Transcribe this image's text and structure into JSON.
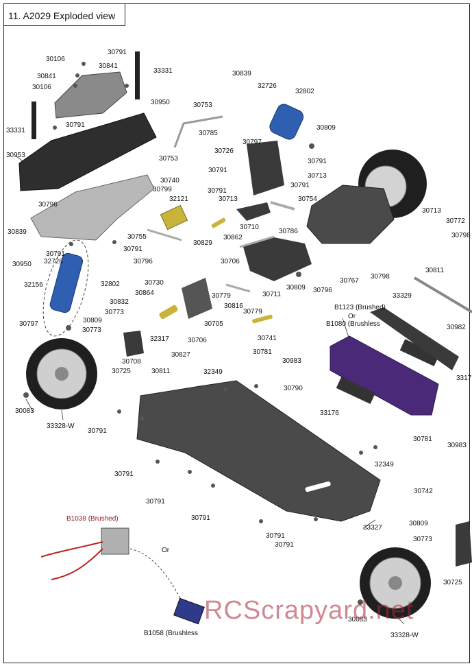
{
  "title": "11. A2029  Exploded view",
  "watermark": "RCScrapyard.net",
  "colors": {
    "shock_blue": "#2f5fb0",
    "battery_purple": "#4a2a78",
    "gold": "#c8b43a",
    "dark_part": "#3a3a3a",
    "chassis": "#4a4a4a",
    "watermark": "#aa2837"
  },
  "parts": [
    {
      "id": "p30106a",
      "text": "30106"
    },
    {
      "id": "p30791a",
      "text": "30791"
    },
    {
      "id": "p33331a",
      "text": "33331"
    },
    {
      "id": "p30841a",
      "text": "30841"
    },
    {
      "id": "p30841b",
      "text": "30841"
    },
    {
      "id": "p30106b",
      "text": "30106"
    },
    {
      "id": "p30950a",
      "text": "30950"
    },
    {
      "id": "p33331b",
      "text": "33331"
    },
    {
      "id": "p30791b",
      "text": "30791"
    },
    {
      "id": "p30953",
      "text": "30953"
    },
    {
      "id": "p30796a",
      "text": "30796"
    },
    {
      "id": "p30839a",
      "text": "30839"
    },
    {
      "id": "p30950b",
      "text": "30950"
    },
    {
      "id": "p30791c",
      "text": "30791"
    },
    {
      "id": "p32726a",
      "text": "32726"
    },
    {
      "id": "p32156",
      "text": "32156"
    },
    {
      "id": "p32802a",
      "text": "32802"
    },
    {
      "id": "p30797a",
      "text": "30797"
    },
    {
      "id": "p30809a",
      "text": "30809"
    },
    {
      "id": "p30773a",
      "text": "30773"
    },
    {
      "id": "p30725a",
      "text": "30725"
    },
    {
      "id": "p30083a",
      "text": "30083"
    },
    {
      "id": "p33328a",
      "text": "33328-W"
    },
    {
      "id": "p30839b",
      "text": "30839"
    },
    {
      "id": "p32726b",
      "text": "32726"
    },
    {
      "id": "p32802b",
      "text": "32802"
    },
    {
      "id": "p30753a",
      "text": "30753"
    },
    {
      "id": "p30785",
      "text": "30785"
    },
    {
      "id": "p30797b",
      "text": "30797"
    },
    {
      "id": "p30809b",
      "text": "30809"
    },
    {
      "id": "p30726",
      "text": "30726"
    },
    {
      "id": "p30753b",
      "text": "30753"
    },
    {
      "id": "p30791d",
      "text": "30791"
    },
    {
      "id": "p30791e",
      "text": "30791"
    },
    {
      "id": "p30740",
      "text": "30740"
    },
    {
      "id": "p30713a",
      "text": "30713"
    },
    {
      "id": "p30791f",
      "text": "30791"
    },
    {
      "id": "p30791g",
      "text": "30791"
    },
    {
      "id": "p30713b",
      "text": "30713"
    },
    {
      "id": "p30754",
      "text": "30754"
    },
    {
      "id": "p30799",
      "text": "30799"
    },
    {
      "id": "p32121",
      "text": "32121"
    },
    {
      "id": "p30710",
      "text": "30710"
    },
    {
      "id": "p30786",
      "text": "30786"
    },
    {
      "id": "p30755",
      "text": "30755"
    },
    {
      "id": "p30829",
      "text": "30829"
    },
    {
      "id": "p30862",
      "text": "30862"
    },
    {
      "id": "p30791h",
      "text": "30791"
    },
    {
      "id": "p30796b",
      "text": "30796"
    },
    {
      "id": "p30706a",
      "text": "30706"
    },
    {
      "id": "p30730",
      "text": "30730"
    },
    {
      "id": "p30779a",
      "text": "30779"
    },
    {
      "id": "p30711",
      "text": "30711"
    },
    {
      "id": "p30809c",
      "text": "30809"
    },
    {
      "id": "p30796c",
      "text": "30796"
    },
    {
      "id": "p30816",
      "text": "30816"
    },
    {
      "id": "p30779b",
      "text": "30779"
    },
    {
      "id": "p30864",
      "text": "30864"
    },
    {
      "id": "p30832",
      "text": "30832"
    },
    {
      "id": "p30773b",
      "text": "30773"
    },
    {
      "id": "p30705",
      "text": "30705"
    },
    {
      "id": "p32317",
      "text": "32317"
    },
    {
      "id": "p30706b",
      "text": "30706"
    },
    {
      "id": "p30827",
      "text": "30827"
    },
    {
      "id": "p30708",
      "text": "30708"
    },
    {
      "id": "p30811a",
      "text": "30811"
    },
    {
      "id": "p30741",
      "text": "30741"
    },
    {
      "id": "p30781a",
      "text": "30781"
    },
    {
      "id": "p30983a",
      "text": "30983"
    },
    {
      "id": "p30713c",
      "text": "30713"
    },
    {
      "id": "p30772",
      "text": "30772"
    },
    {
      "id": "p30798a",
      "text": "30798"
    },
    {
      "id": "p30767",
      "text": "30767"
    },
    {
      "id": "p30798b",
      "text": "30798"
    },
    {
      "id": "p30811b",
      "text": "30811"
    },
    {
      "id": "p33329",
      "text": "33329"
    },
    {
      "id": "pB1123",
      "text": "B1123 (Brushed)"
    },
    {
      "id": "pOr1",
      "text": "Or"
    },
    {
      "id": "pB1080",
      "text": "B1080 (Brushless"
    },
    {
      "id": "p30982",
      "text": "30982"
    },
    {
      "id": "p3317",
      "text": "3317"
    },
    {
      "id": "p33176",
      "text": "33176"
    },
    {
      "id": "p30781b",
      "text": "30781"
    },
    {
      "id": "p30983b",
      "text": "30983"
    },
    {
      "id": "p32349a",
      "text": "32349"
    },
    {
      "id": "p30790",
      "text": "30790"
    },
    {
      "id": "p30791i",
      "text": "30791"
    },
    {
      "id": "p32349b",
      "text": "32349"
    },
    {
      "id": "p30791j",
      "text": "30791"
    },
    {
      "id": "p30791k",
      "text": "30791"
    },
    {
      "id": "p30791l",
      "text": "30791"
    },
    {
      "id": "p30742",
      "text": "30742"
    },
    {
      "id": "p30809d",
      "text": "30809"
    },
    {
      "id": "p30773c",
      "text": "30773"
    },
    {
      "id": "p33327",
      "text": "33327"
    },
    {
      "id": "p30791m",
      "text": "30791"
    },
    {
      "id": "p30791n",
      "text": "30791"
    },
    {
      "id": "p30725b",
      "text": "30725"
    },
    {
      "id": "pB1038",
      "text": "B1038 (Brushed)"
    },
    {
      "id": "pOr2",
      "text": "Or"
    },
    {
      "id": "pB1058",
      "text": "B1058 (Brushless"
    },
    {
      "id": "p30083b",
      "text": "30083"
    },
    {
      "id": "p33328b",
      "text": "33328-W"
    }
  ]
}
